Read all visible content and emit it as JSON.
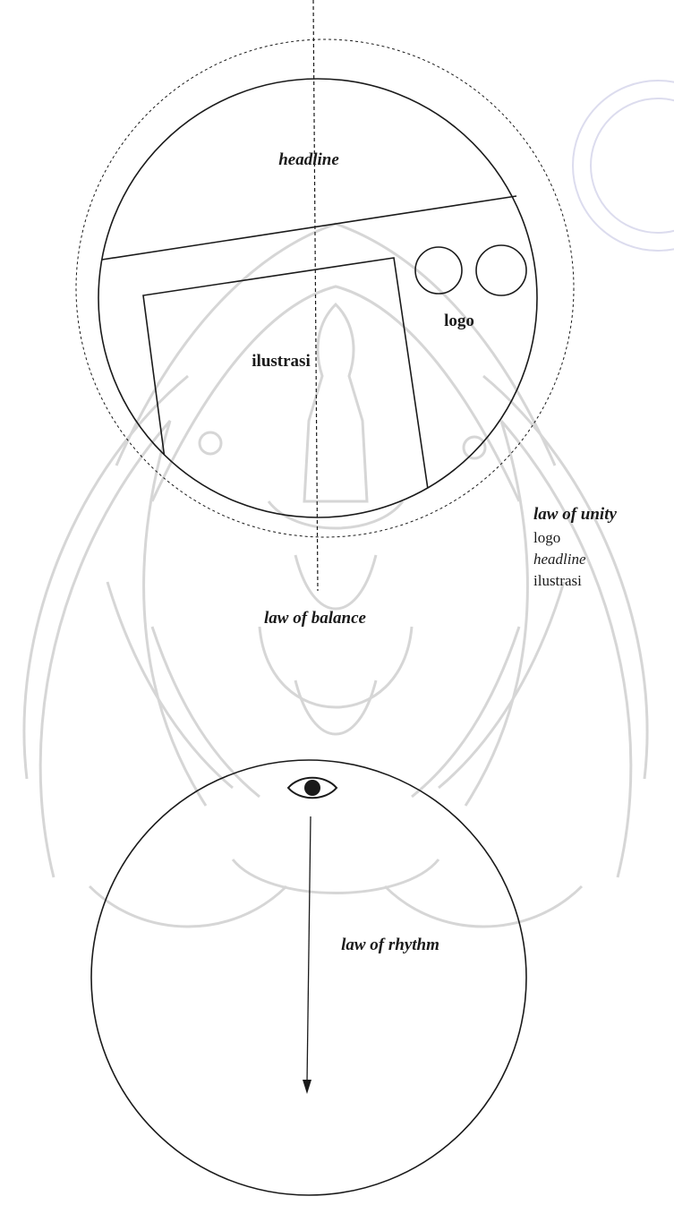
{
  "diagram_top": {
    "headline_label": "headline",
    "logo_label": "logo",
    "illustration_label": "ilustrasi",
    "balance_label": "law of balance"
  },
  "unity_legend": {
    "title": "law of unity",
    "items": [
      "logo",
      "headline",
      "ilustrasi"
    ]
  },
  "diagram_bottom": {
    "rhythm_label": "law of rhythm",
    "eye_icon": "eye-icon"
  },
  "watermark": {
    "description_icon": "institution-seal-watermark"
  },
  "colors": {
    "ink": "#1a1a1a",
    "watermark": "#d9d9d9"
  }
}
